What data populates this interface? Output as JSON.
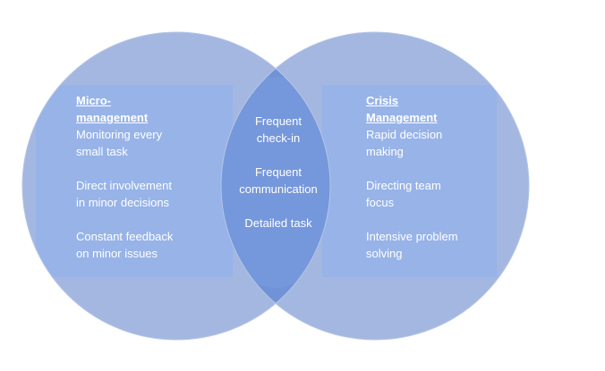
{
  "left_set": {
    "title": "Micro-management",
    "title_line1": "Micro-",
    "title_line2": "management",
    "items": [
      {
        "line1": "Monitoring every",
        "line2": "small task"
      },
      {
        "line1": "Direct involvement",
        "line2": "in minor decisions"
      },
      {
        "line1": "Constant feedback",
        "line2": "on minor issues"
      }
    ]
  },
  "right_set": {
    "title": "Crisis Management",
    "title_line1": "Crisis",
    "title_line2": "Management",
    "items": [
      {
        "line1": "Rapid decision",
        "line2": "making"
      },
      {
        "line1": "Directing team",
        "line2": "focus"
      },
      {
        "line1": "Intensive problem",
        "line2": "solving"
      }
    ]
  },
  "intersection": {
    "items": [
      {
        "line1": "Frequent",
        "line2": "check-in"
      },
      {
        "line1": "Frequent",
        "line2": "communication"
      },
      {
        "line1": "Detailed task",
        "line2": ""
      }
    ]
  },
  "colors": {
    "circle_fill": "#a3b7e0",
    "circle_stroke": "#b4c5e8",
    "band_fill": "#97b3e8",
    "overlap_fill": "#7092d6",
    "overlap_core": "#7a9be0",
    "text": "#ffffff"
  }
}
